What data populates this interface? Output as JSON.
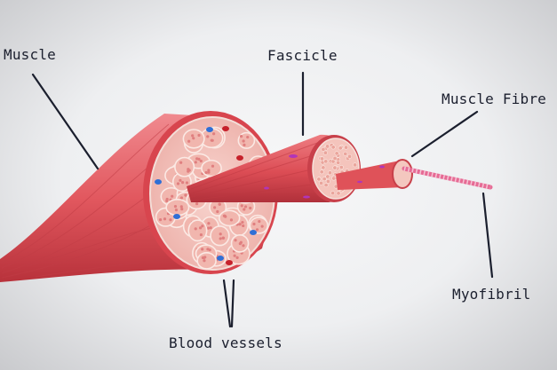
{
  "labels": {
    "muscle": "Muscle",
    "fascicle": "Fascicle",
    "muscle_fibre": "Muscle Fibre",
    "myofibril": "Myofibril",
    "blood_vessels": "Blood vessels"
  },
  "colors": {
    "muscle_main": "#e2585f",
    "muscle_dark": "#b8323b",
    "muscle_light": "#f08a8f",
    "cross_section": "#f6c9c3",
    "blood_vessel_blue": "#2f6fd6",
    "blood_vessel_red": "#c6202a",
    "leader_line": "#1b1f2e"
  }
}
